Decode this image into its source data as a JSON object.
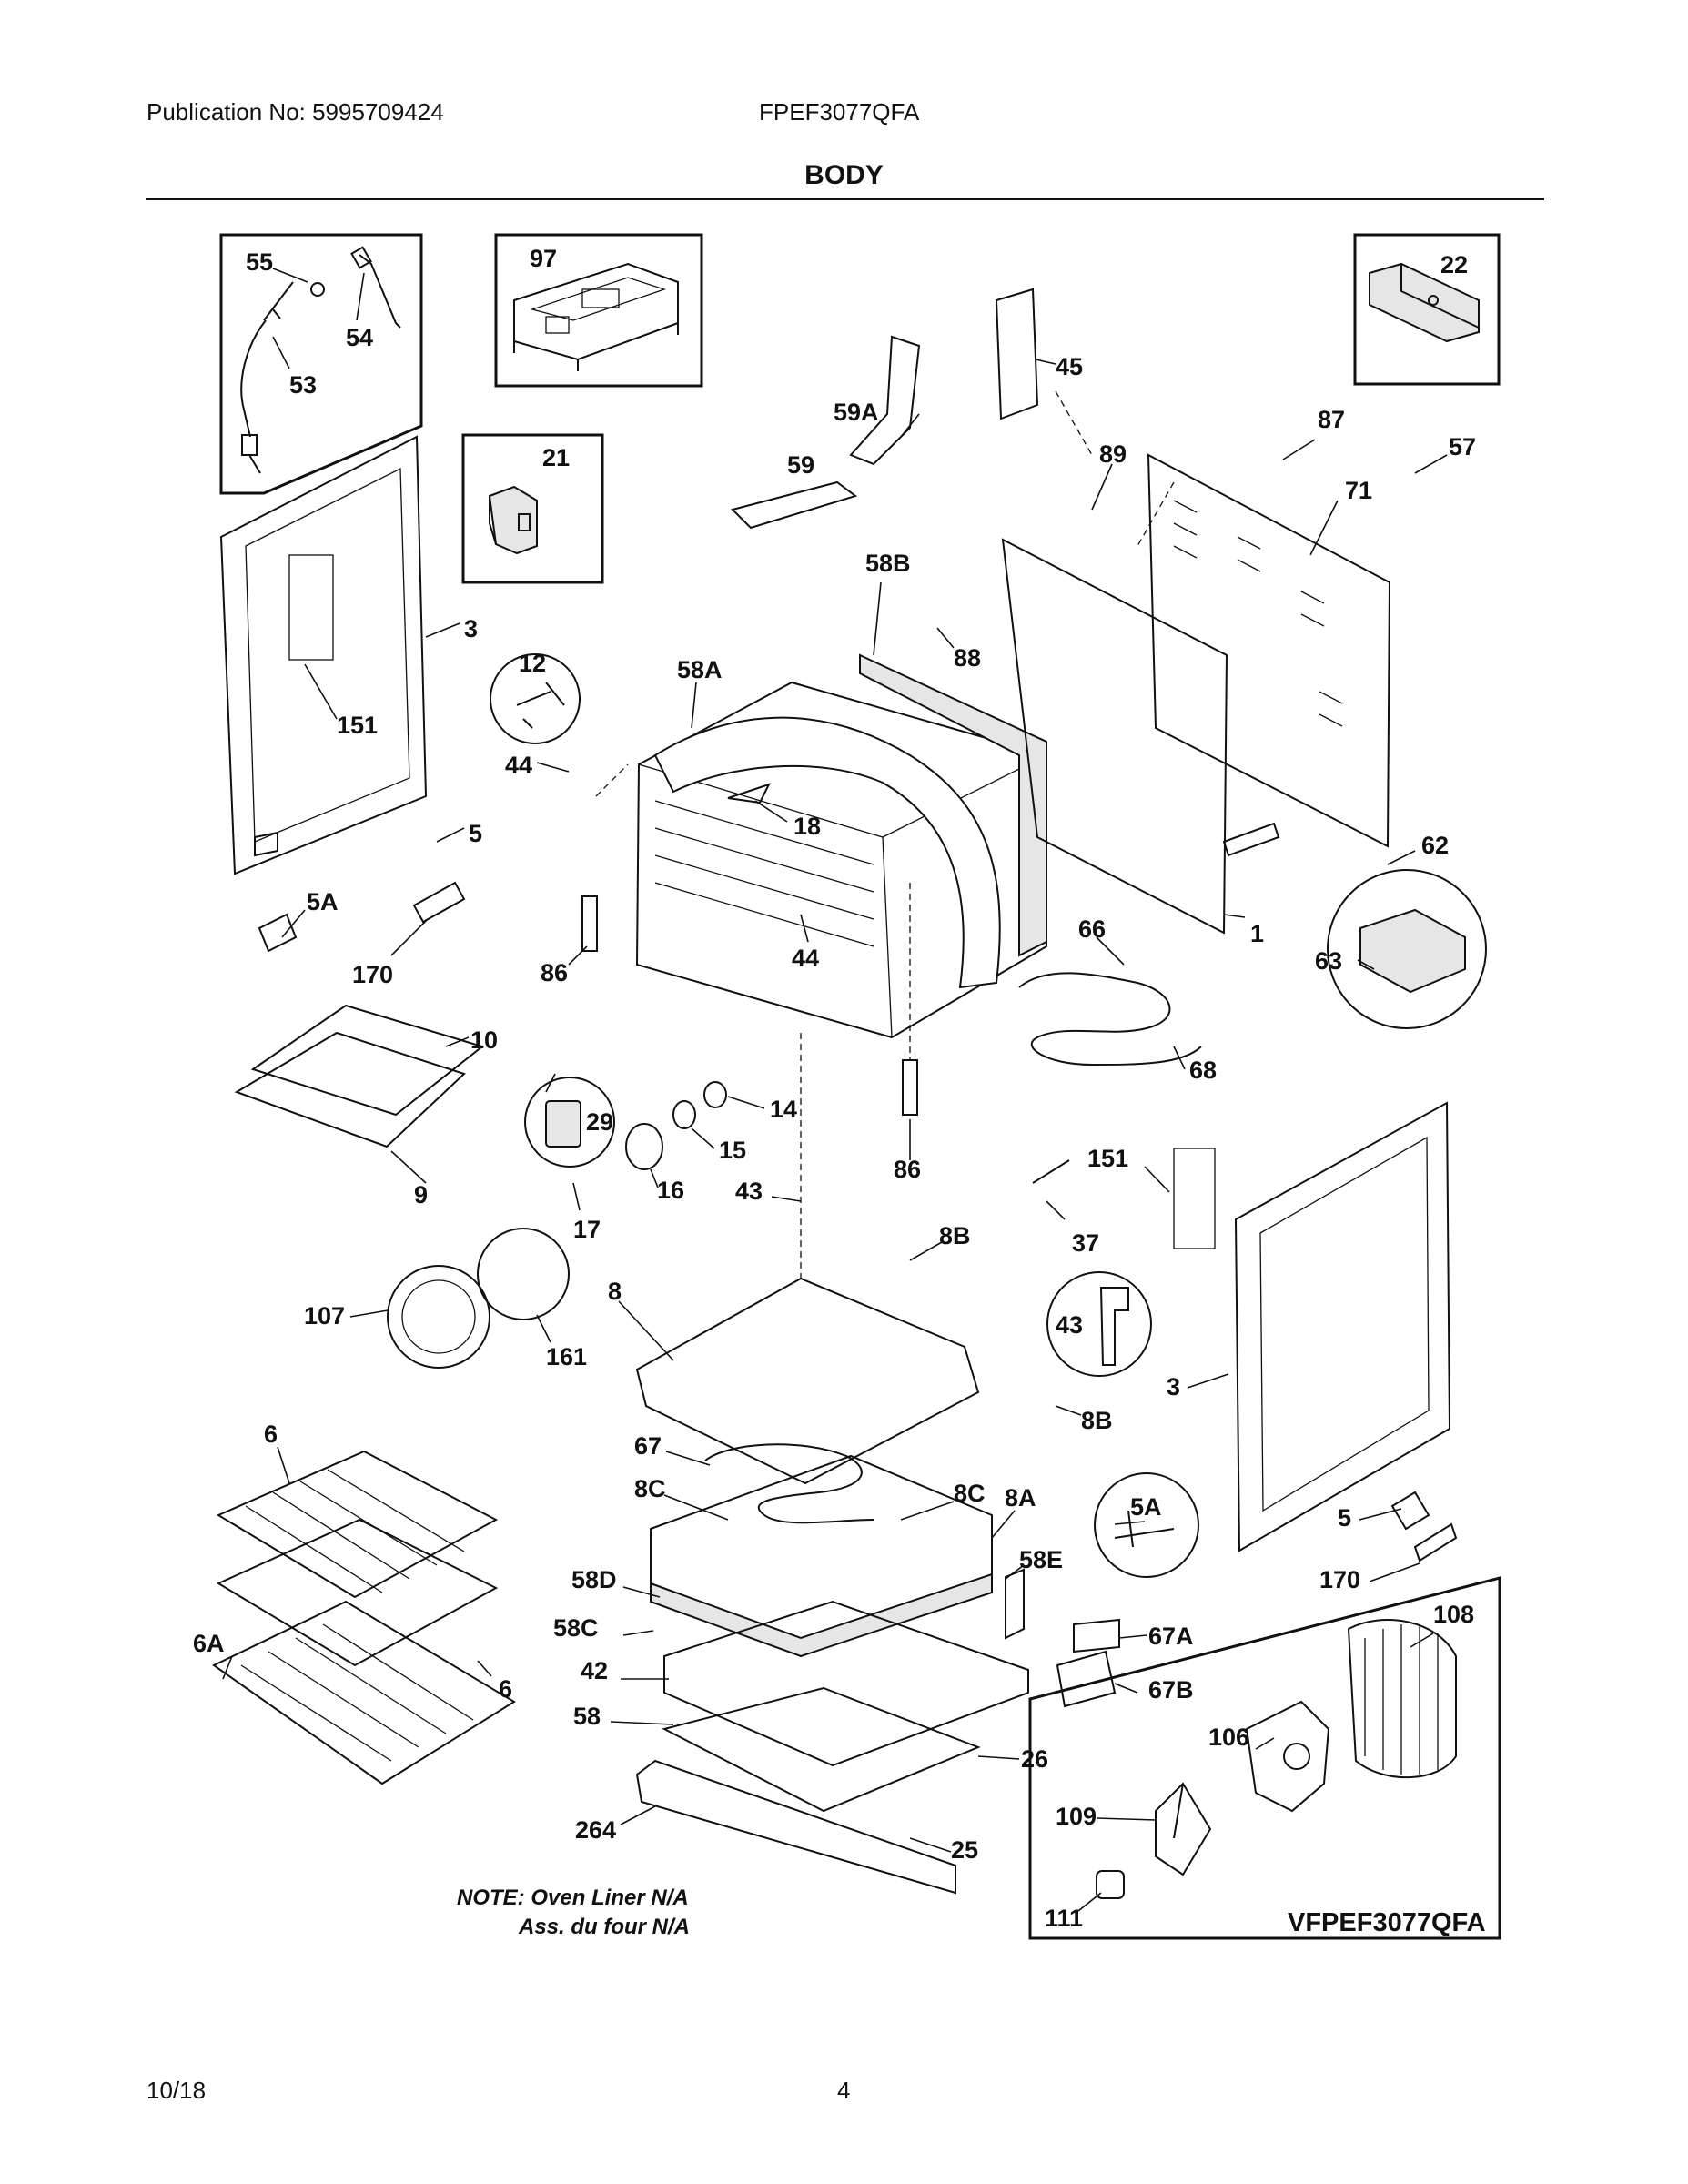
{
  "header": {
    "publication": "Publication No: 5995709424",
    "model": "FPEF3077QFA",
    "section_title": "BODY"
  },
  "footer": {
    "date": "10/18",
    "page": "4"
  },
  "callouts": {
    "c55": "55",
    "c54": "54",
    "c53": "53",
    "c97": "97",
    "c22": "22",
    "c45": "45",
    "c59A": "59A",
    "c87": "87",
    "c57": "57",
    "c21": "21",
    "c59": "59",
    "c89": "89",
    "c71": "71",
    "c58B": "58B",
    "c3a": "3",
    "c12": "12",
    "c88": "88",
    "c58A": "58A",
    "c151a": "151",
    "c44a": "44",
    "c18": "18",
    "c5a": "5",
    "c62": "62",
    "c5Aa": "5A",
    "c170a": "170",
    "c86a": "86",
    "c44b": "44",
    "c66": "66",
    "c1": "1",
    "c63": "63",
    "c10": "10",
    "c29": "29",
    "c14": "14",
    "c15": "15",
    "c68": "68",
    "c9": "9",
    "c16": "16",
    "c43a": "43",
    "c86b": "86",
    "c151b": "151",
    "c17": "17",
    "c37": "37",
    "c8Ba": "8B",
    "c107": "107",
    "c8": "8",
    "c43b": "43",
    "c161": "161",
    "c3b": "3",
    "c8Bb": "8B",
    "c6a": "6",
    "c67": "67",
    "c8Ca": "8C",
    "c8Cb": "8C",
    "c8A": "8A",
    "c5Ab": "5A",
    "c5b": "5",
    "c58E": "58E",
    "c58D": "58D",
    "c170b": "170",
    "c58C": "58C",
    "c108": "108",
    "c67A": "67A",
    "c6A": "6A",
    "c42": "42",
    "c6b": "6",
    "c67B": "67B",
    "c58": "58",
    "c106": "106",
    "c26": "26",
    "c109": "109",
    "c264": "264",
    "c25": "25",
    "c111": "111"
  },
  "notes": {
    "line1": "NOTE: Oven Liner N/A",
    "line2": "Ass. du four N/A"
  },
  "inset_code": "VFPEF3077QFA"
}
